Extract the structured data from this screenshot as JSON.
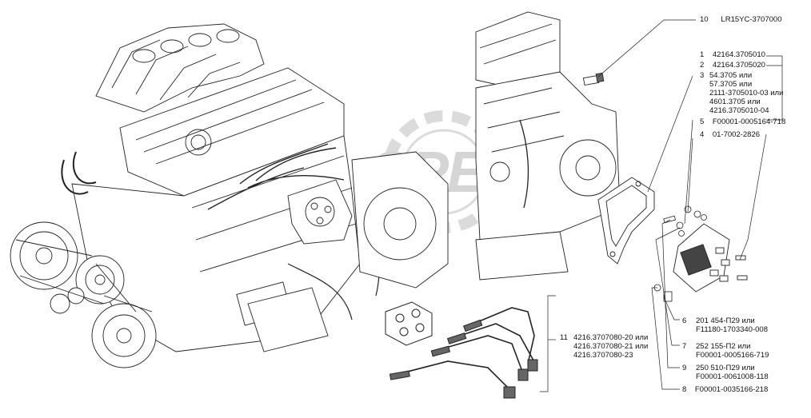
{
  "watermark": {
    "text": "OPEX"
  },
  "callouts": [
    {
      "id": "10",
      "number": "10",
      "lines": [
        "LR15YC-3707000"
      ]
    },
    {
      "id": "1",
      "number": "1",
      "lines": [
        "42164.3705010"
      ]
    },
    {
      "id": "2",
      "number": "2",
      "lines": [
        "42164.3705020"
      ]
    },
    {
      "id": "3",
      "number": "3",
      "lines": [
        "54.3705 или",
        "57.3705 или",
        "2111-3705010-03 или",
        "4601.3705 или",
        "4216.3705010-04"
      ]
    },
    {
      "id": "5",
      "number": "5",
      "lines": [
        "F00001-0005164-718"
      ]
    },
    {
      "id": "4",
      "number": "4",
      "lines": [
        "01-7002-2826"
      ]
    },
    {
      "id": "11",
      "number": "11",
      "lines": [
        "4216.3707080-20 или",
        "4216.3707080-21 или",
        "4216.3707080-23"
      ]
    },
    {
      "id": "6",
      "number": "6",
      "lines": [
        "201 454-П29 или",
        "F11180-1703340-008"
      ]
    },
    {
      "id": "7",
      "number": "7",
      "lines": [
        "252 155-П2 или",
        "F00001-0005166-719"
      ]
    },
    {
      "id": "9",
      "number": "9",
      "lines": [
        "250 510-П29 или",
        "F00001-0061008-118"
      ]
    },
    {
      "id": "8",
      "number": "8",
      "lines": [
        "F00001-0035166-218"
      ]
    }
  ]
}
